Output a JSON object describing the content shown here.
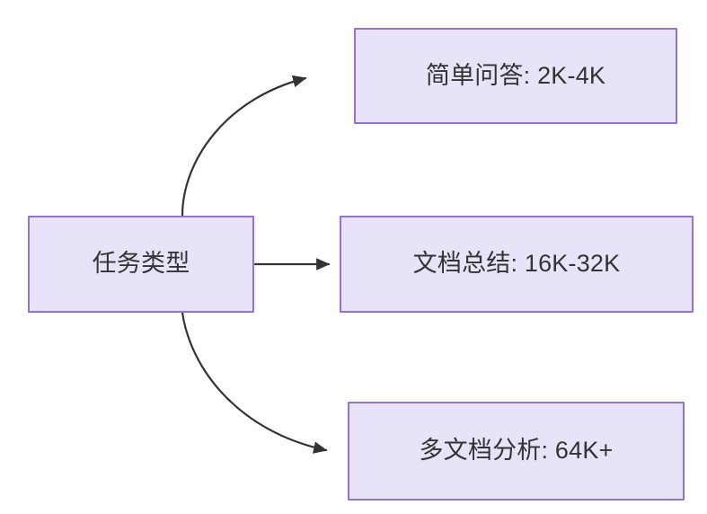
{
  "diagram": {
    "type": "flowchart",
    "direction": "left-to-right",
    "background_color": "#ffffff",
    "node_fill_color": "#e8e3f8",
    "node_border_color": "#9370db",
    "node_text_color": "#333333",
    "edge_color": "#333333",
    "source": {
      "id": "task-type",
      "label": "任务类型"
    },
    "targets": [
      {
        "id": "simple-qa",
        "label": "简单问答: 2K-4K",
        "category": "简单问答",
        "context_range": "2K-4K"
      },
      {
        "id": "doc-summary",
        "label": "文档总结: 16K-32K",
        "category": "文档总结",
        "context_range": "16K-32K"
      },
      {
        "id": "multidoc-analysis",
        "label": "多文档分析: 64K+",
        "category": "多文档分析",
        "context_range": "64K+"
      }
    ],
    "edges": [
      {
        "id": "edge-to-simple-qa",
        "from": "任务类型",
        "to": "简单问答: 2K-4K",
        "style": "curved",
        "arrow": "arrowhead-icon"
      },
      {
        "id": "edge-to-doc-summary",
        "from": "任务类型",
        "to": "文档总结: 16K-32K",
        "style": "straight",
        "arrow": "arrowhead-icon"
      },
      {
        "id": "edge-to-multidoc",
        "from": "任务类型",
        "to": "多文档分析: 64K+",
        "style": "curved",
        "arrow": "arrowhead-icon"
      }
    ]
  }
}
